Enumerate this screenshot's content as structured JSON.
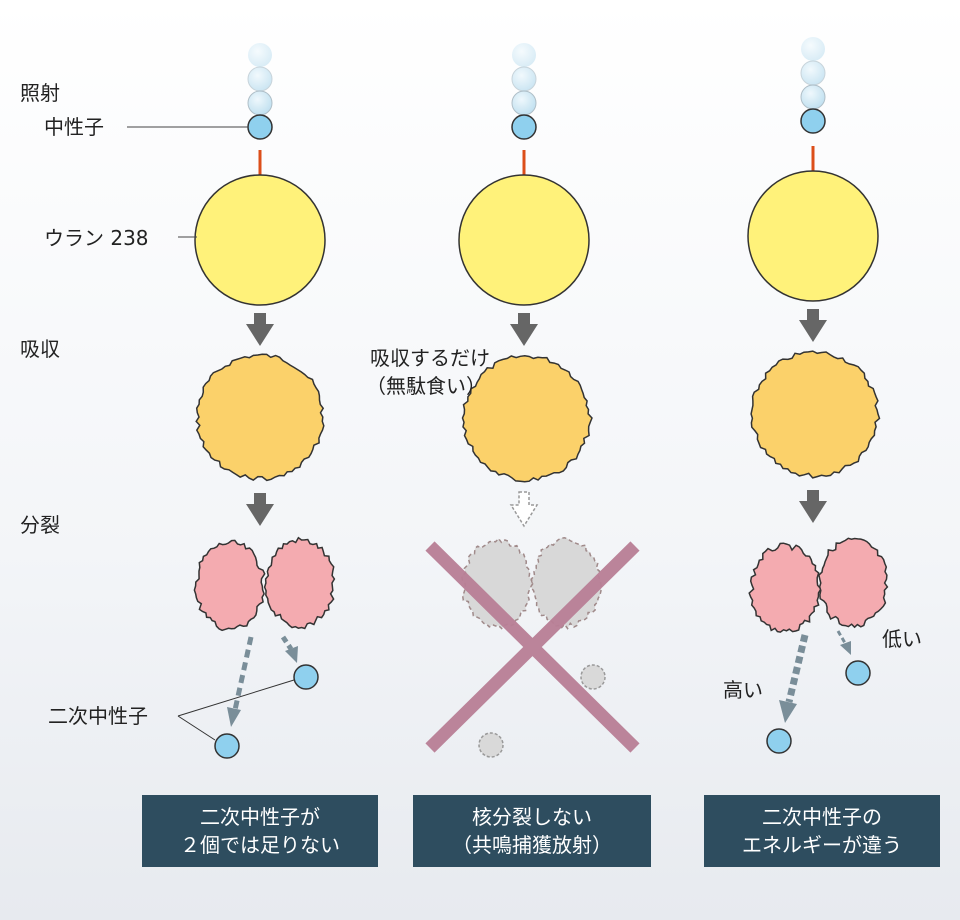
{
  "labels": {
    "irradiation": "照射",
    "neutron": "中性子",
    "uranium": "ウラン 238",
    "absorption": "吸収",
    "fission": "分裂",
    "secondary_neutron": "二次中性子",
    "absorb_only_line1": "吸収するだけ",
    "absorb_only_line2": "（無駄食い）",
    "high": "高い",
    "low": "低い"
  },
  "captions": [
    {
      "line1": "二次中性子が",
      "line2": "２個では足りない"
    },
    {
      "line1": "核分裂しない",
      "line2": "（共鳴捕獲放射）"
    },
    {
      "line1": "二次中性子の",
      "line2": "エネルギーが違う"
    }
  ],
  "colors": {
    "neutron": "#8fd0ee",
    "uranium": "#fff27a",
    "absorbed": "#fbd16a",
    "fragment": "#f4abb0",
    "red_arrow": "#dc4e1a",
    "gray_arrow": "#666666",
    "dashed_arrow": "#7a8e99",
    "cross": "#b97f96",
    "caption_bg": "#2e4d5f"
  },
  "icons": [
    "neutron-ball",
    "red-down-arrow",
    "gray-down-arrow",
    "dashed-arrow",
    "cross-mark"
  ]
}
